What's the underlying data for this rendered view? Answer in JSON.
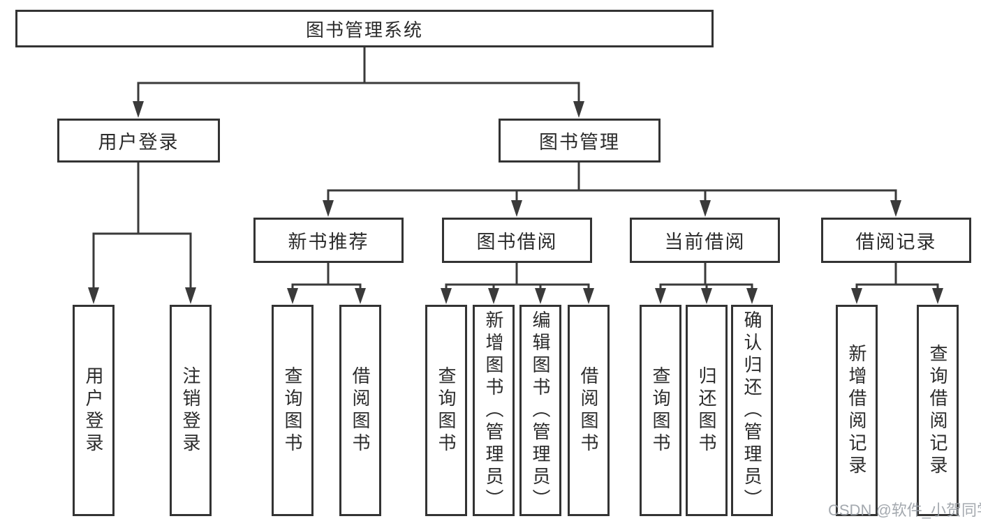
{
  "diagram": {
    "root": {
      "label": "图书管理系统",
      "children": [
        {
          "label": "用户登录",
          "children": [
            {
              "label": "用户登录"
            },
            {
              "label": "注销登录"
            }
          ]
        },
        {
          "label": "图书管理",
          "children": [
            {
              "label": "新书推荐",
              "children": [
                {
                  "label": "查询图书"
                },
                {
                  "label": "借阅图书"
                }
              ]
            },
            {
              "label": "图书借阅",
              "children": [
                {
                  "label": "查询图书"
                },
                {
                  "label": "新增图书（管理员）"
                },
                {
                  "label": "编辑图书（管理员）"
                },
                {
                  "label": "借阅图书"
                }
              ]
            },
            {
              "label": "当前借阅",
              "children": [
                {
                  "label": "查询图书"
                },
                {
                  "label": "归还图书"
                },
                {
                  "label": "确认归还（管理员）"
                }
              ]
            },
            {
              "label": "借阅记录",
              "children": [
                {
                  "label": "新增借阅记录"
                },
                {
                  "label": "查询借阅记录"
                }
              ]
            }
          ]
        }
      ]
    }
  },
  "watermark": {
    "text": "CSDN @软件_小贺同学"
  },
  "colors": {
    "line": "#3a3a3a",
    "border": "#333333",
    "text": "#2b2b2b",
    "background": "#ffffff",
    "watermark": "#9aa0a6"
  }
}
